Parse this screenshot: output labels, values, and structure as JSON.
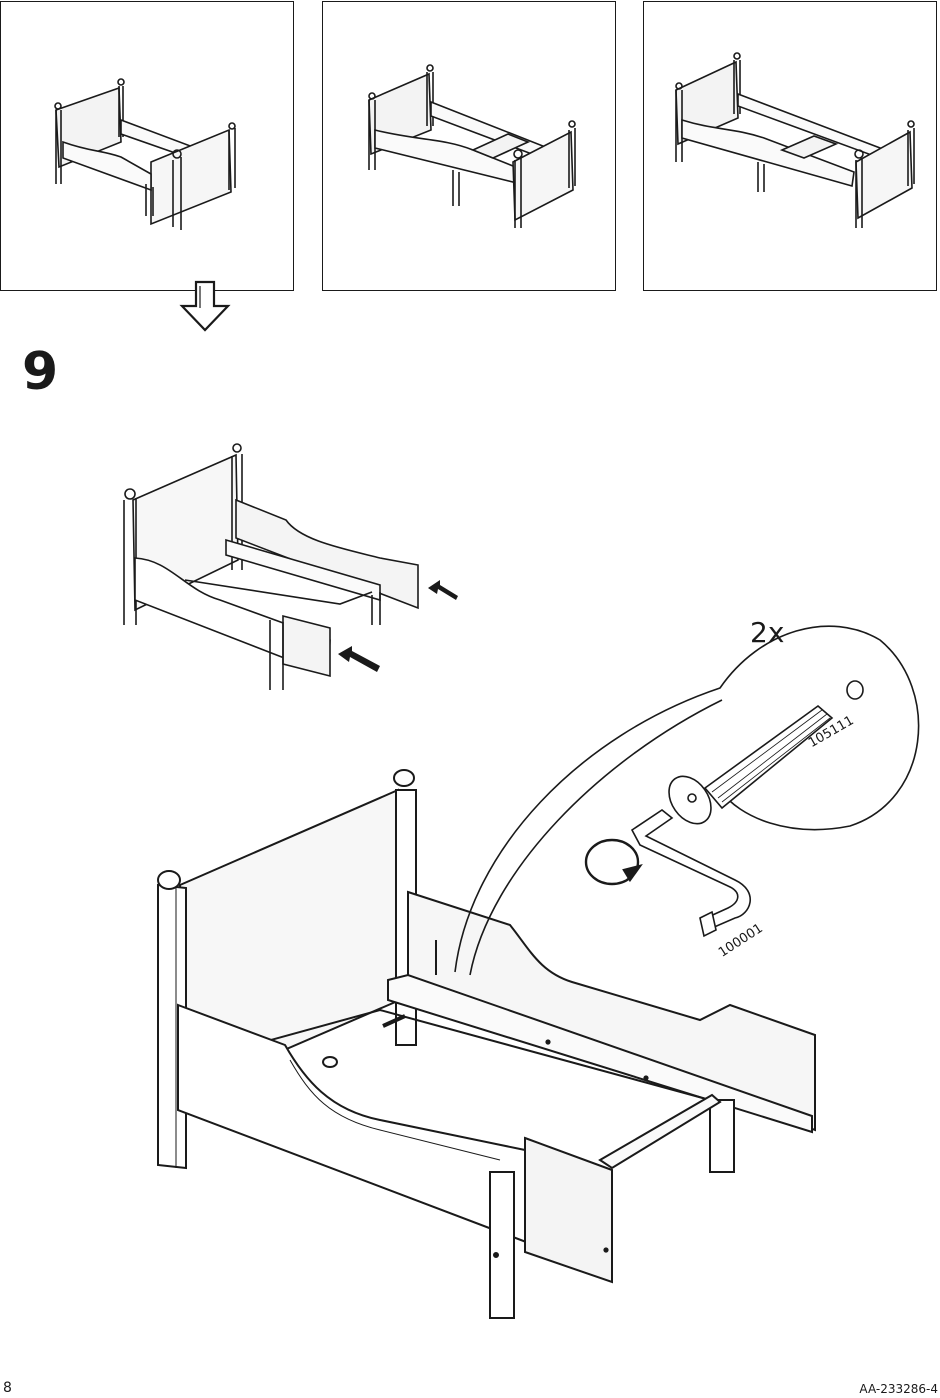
{
  "step": {
    "number": "9"
  },
  "hardware": {
    "quantity": "2x",
    "screw_part_number": "105111",
    "key_part_number": "100001"
  },
  "footer": {
    "page_number": "8",
    "document_code": "AA-233286-4"
  },
  "icons": {
    "transition_arrow": "hollow-down-arrow-icon",
    "rotate": "rotate-clockwise-icon",
    "insert_arrow": "insert-arrow-icon"
  }
}
